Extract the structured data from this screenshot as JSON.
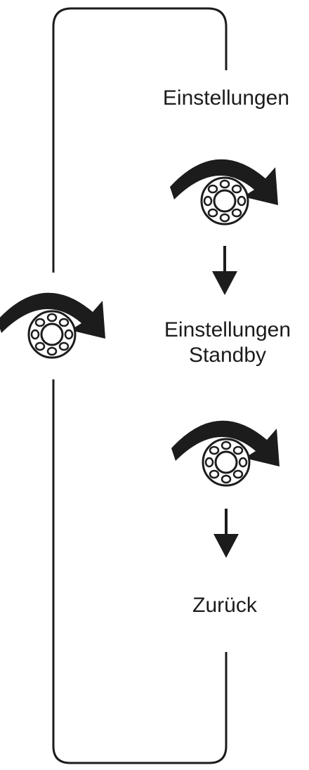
{
  "steps": {
    "step1_label": "Einstellungen",
    "step2_line1": "Einstellungen",
    "step2_line2": "Standby",
    "step3_label": "Zurück"
  },
  "icons": [
    "rotate-knob-icon",
    "rotate-knob-icon",
    "rotate-knob-icon",
    "arrow-down-icon",
    "arrow-down-icon"
  ],
  "colors": {
    "stroke": "#1c1c1c",
    "background": "#ffffff"
  }
}
